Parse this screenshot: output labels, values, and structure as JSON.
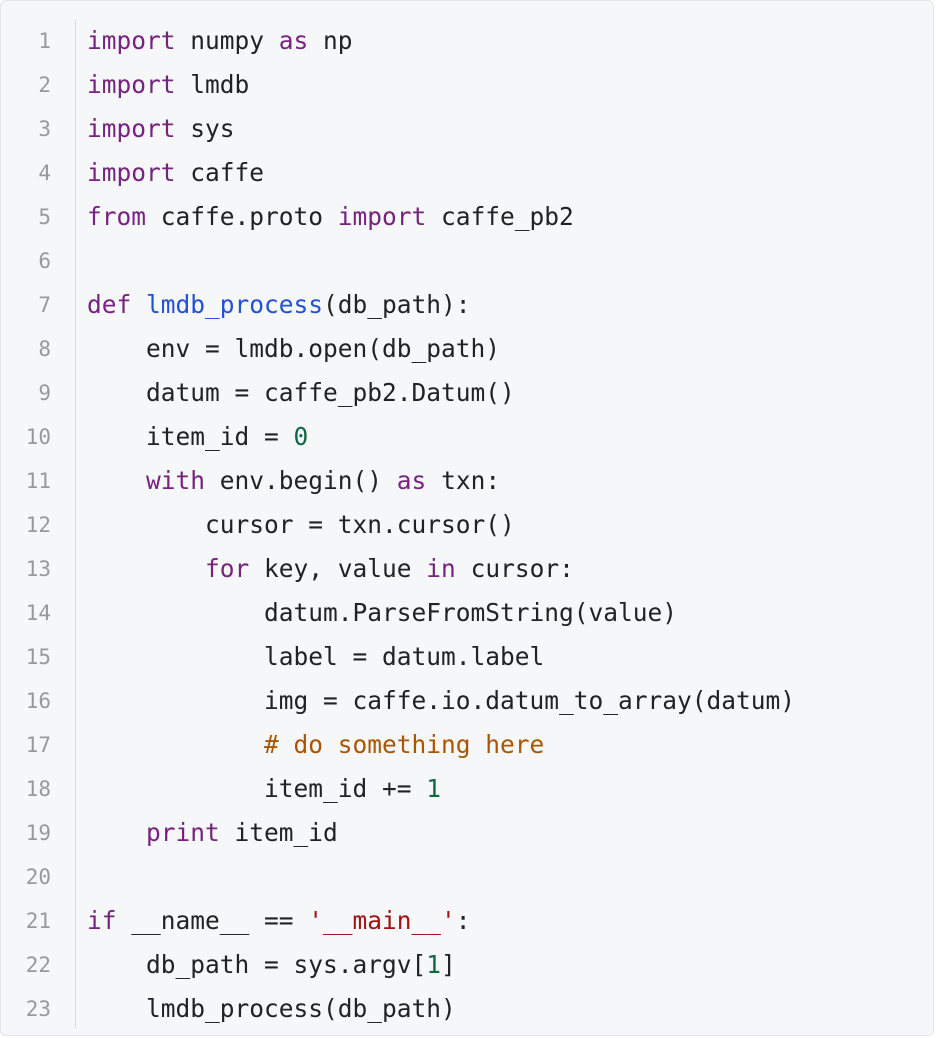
{
  "language": "python",
  "colors": {
    "keyword": "#77227f",
    "function": "#2450d6",
    "number": "#116644",
    "string": "#a11111",
    "comment": "#aa5500",
    "text": "#222222",
    "line_number": "#999999",
    "background": "#f6f7f9"
  },
  "lines": [
    {
      "n": "1",
      "tokens": [
        [
          "kw",
          "import"
        ],
        [
          "p",
          " numpy "
        ],
        [
          "kw",
          "as"
        ],
        [
          "p",
          " np"
        ]
      ]
    },
    {
      "n": "2",
      "tokens": [
        [
          "kw",
          "import"
        ],
        [
          "p",
          " lmdb"
        ]
      ]
    },
    {
      "n": "3",
      "tokens": [
        [
          "kw",
          "import"
        ],
        [
          "p",
          " sys"
        ]
      ]
    },
    {
      "n": "4",
      "tokens": [
        [
          "kw",
          "import"
        ],
        [
          "p",
          " caffe"
        ]
      ]
    },
    {
      "n": "5",
      "tokens": [
        [
          "kw",
          "from"
        ],
        [
          "p",
          " caffe.proto "
        ],
        [
          "kw",
          "import"
        ],
        [
          "p",
          " caffe_pb2"
        ]
      ]
    },
    {
      "n": "6",
      "tokens": []
    },
    {
      "n": "7",
      "tokens": [
        [
          "kw",
          "def"
        ],
        [
          "p",
          " "
        ],
        [
          "fn",
          "lmdb_process"
        ],
        [
          "p",
          "(db_path):"
        ]
      ]
    },
    {
      "n": "8",
      "tokens": [
        [
          "p",
          "    env = lmdb.open(db_path)"
        ]
      ]
    },
    {
      "n": "9",
      "tokens": [
        [
          "p",
          "    datum = caffe_pb2.Datum()"
        ]
      ]
    },
    {
      "n": "10",
      "tokens": [
        [
          "p",
          "    item_id = "
        ],
        [
          "num",
          "0"
        ]
      ]
    },
    {
      "n": "11",
      "tokens": [
        [
          "p",
          "    "
        ],
        [
          "kw",
          "with"
        ],
        [
          "p",
          " env.begin() "
        ],
        [
          "kw",
          "as"
        ],
        [
          "p",
          " txn:"
        ]
      ]
    },
    {
      "n": "12",
      "tokens": [
        [
          "p",
          "        cursor = txn.cursor()"
        ]
      ]
    },
    {
      "n": "13",
      "tokens": [
        [
          "p",
          "        "
        ],
        [
          "kw",
          "for"
        ],
        [
          "p",
          " key, value "
        ],
        [
          "kw",
          "in"
        ],
        [
          "p",
          " cursor:"
        ]
      ]
    },
    {
      "n": "14",
      "tokens": [
        [
          "p",
          "            datum.ParseFromString(value)"
        ]
      ]
    },
    {
      "n": "15",
      "tokens": [
        [
          "p",
          "            label = datum.label"
        ]
      ]
    },
    {
      "n": "16",
      "tokens": [
        [
          "p",
          "            img = caffe.io.datum_to_array(datum)"
        ]
      ]
    },
    {
      "n": "17",
      "tokens": [
        [
          "p",
          "            "
        ],
        [
          "com",
          "# do something here"
        ]
      ]
    },
    {
      "n": "18",
      "tokens": [
        [
          "p",
          "            item_id += "
        ],
        [
          "num",
          "1"
        ]
      ]
    },
    {
      "n": "19",
      "tokens": [
        [
          "p",
          "    "
        ],
        [
          "kw",
          "print"
        ],
        [
          "p",
          " item_id"
        ]
      ]
    },
    {
      "n": "20",
      "tokens": []
    },
    {
      "n": "21",
      "tokens": [
        [
          "kw",
          "if"
        ],
        [
          "p",
          " __name__ == "
        ],
        [
          "str",
          "'__main__'"
        ],
        [
          "p",
          ":"
        ]
      ]
    },
    {
      "n": "22",
      "tokens": [
        [
          "p",
          "    db_path = sys.argv["
        ],
        [
          "num",
          "1"
        ],
        [
          "p",
          "]"
        ]
      ]
    },
    {
      "n": "23",
      "tokens": [
        [
          "p",
          "    lmdb_process(db_path)"
        ]
      ]
    }
  ]
}
